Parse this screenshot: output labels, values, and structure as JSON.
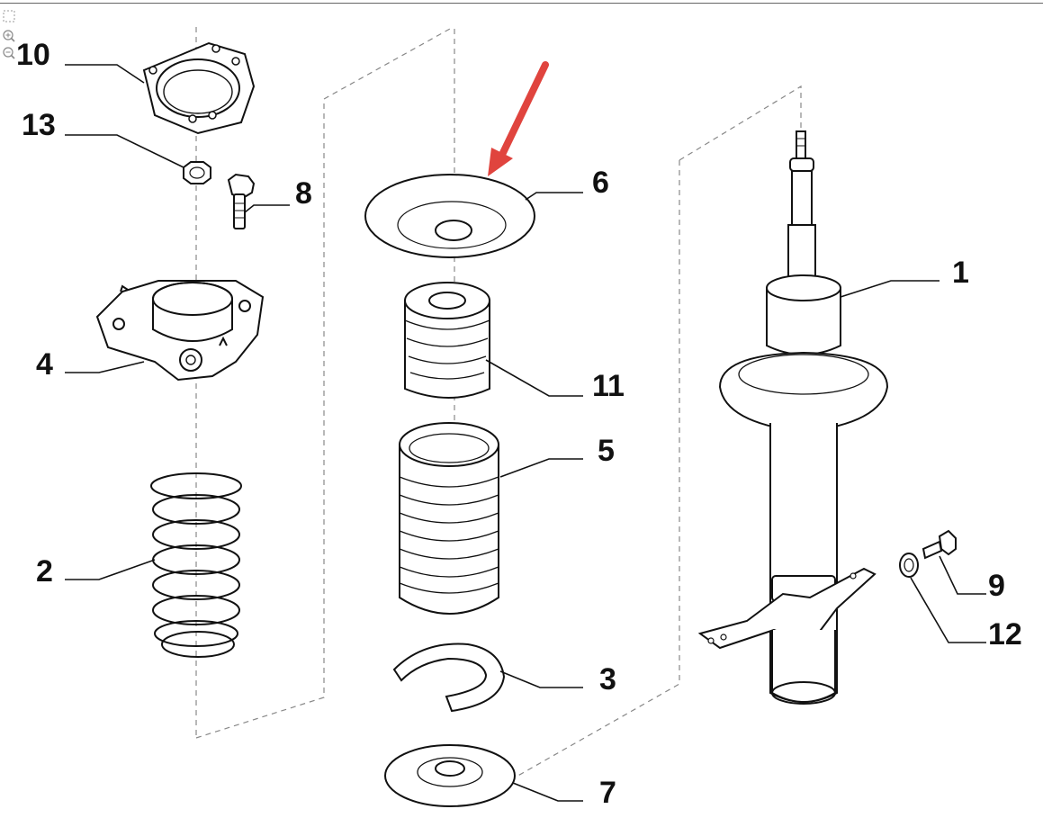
{
  "diagram": {
    "callouts": [
      {
        "id": "c10",
        "text": "10"
      },
      {
        "id": "c13",
        "text": "13"
      },
      {
        "id": "c8",
        "text": "8"
      },
      {
        "id": "c4",
        "text": "4"
      },
      {
        "id": "c2",
        "text": "2"
      },
      {
        "id": "c6",
        "text": "6"
      },
      {
        "id": "c11",
        "text": "11"
      },
      {
        "id": "c5",
        "text": "5"
      },
      {
        "id": "c3",
        "text": "3"
      },
      {
        "id": "c7",
        "text": "7"
      },
      {
        "id": "c1",
        "text": "1"
      },
      {
        "id": "c9",
        "text": "9"
      },
      {
        "id": "c12",
        "text": "12"
      }
    ],
    "highlight_arrow_color": "#e0443e"
  },
  "controls": {
    "icons": [
      "fit-view-icon",
      "zoom-in-icon",
      "zoom-out-icon"
    ]
  }
}
